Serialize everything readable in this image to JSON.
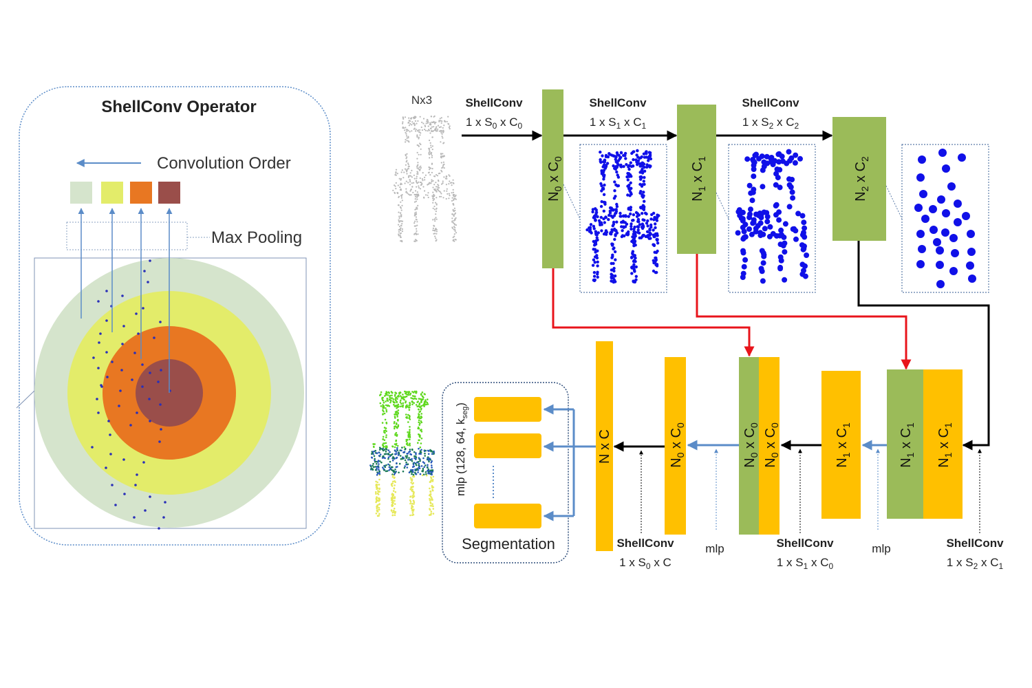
{
  "operator": {
    "title": "ShellConv Operator",
    "convolution_order_label": "Convolution Order",
    "max_pooling_label": "Max Pooling"
  },
  "encoder": {
    "input_label": "Nx3",
    "shellconv_label": "ShellConv",
    "conv0": {
      "prefix": "1 x S",
      "s_sub": "0",
      "mid": " x C",
      "c_sub": "0"
    },
    "conv1": {
      "prefix": "1 x S",
      "s_sub": "1",
      "mid": " x C",
      "c_sub": "1"
    },
    "conv2": {
      "prefix": "1 x S",
      "s_sub": "2",
      "mid": " x C",
      "c_sub": "2"
    },
    "block0": {
      "n": "N",
      "n_sub": "0",
      "x": " x C",
      "c_sub": "0"
    },
    "block1": {
      "n": "N",
      "n_sub": "1",
      "x": " x C",
      "c_sub": "1"
    },
    "block2": {
      "n": "N",
      "n_sub": "2",
      "x": " x C",
      "c_sub": "2"
    }
  },
  "decoder": {
    "block_nc": "N x C",
    "block_n0c0": {
      "n": "N",
      "n_sub": "0",
      "x": " x C",
      "c_sub": "0"
    },
    "block_n1c1": {
      "n": "N",
      "n_sub": "1",
      "x": " x C",
      "c_sub": "1"
    },
    "mlp_label": "mlp",
    "shellconv_label": "ShellConv",
    "conv_a": {
      "prefix": "1 x S",
      "s_sub": "0",
      "mid": " x C",
      "c_sub": ""
    },
    "conv_b": {
      "prefix": "1 x S",
      "s_sub": "1",
      "mid": " x C",
      "c_sub": "0"
    },
    "conv_c": {
      "prefix": "1 x S",
      "s_sub": "2",
      "mid": " x C",
      "c_sub": "1"
    }
  },
  "segmentation": {
    "title": "Segmentation",
    "mlp_prefix": "mlp (128, 64, k",
    "mlp_sub": "seg",
    "mlp_suffix": ")"
  },
  "colors": {
    "green_block": "#9BBB59",
    "orange_block": "#FFC000",
    "red_arrow": "#E8141B",
    "blue_arrow": "#5B8CC8",
    "dot_blue": "#1010E8",
    "shell_light_green": "#D5E4CC",
    "shell_yellow": "#E3EC6A",
    "shell_orange": "#E87722",
    "shell_brown": "#9A4E4A"
  }
}
